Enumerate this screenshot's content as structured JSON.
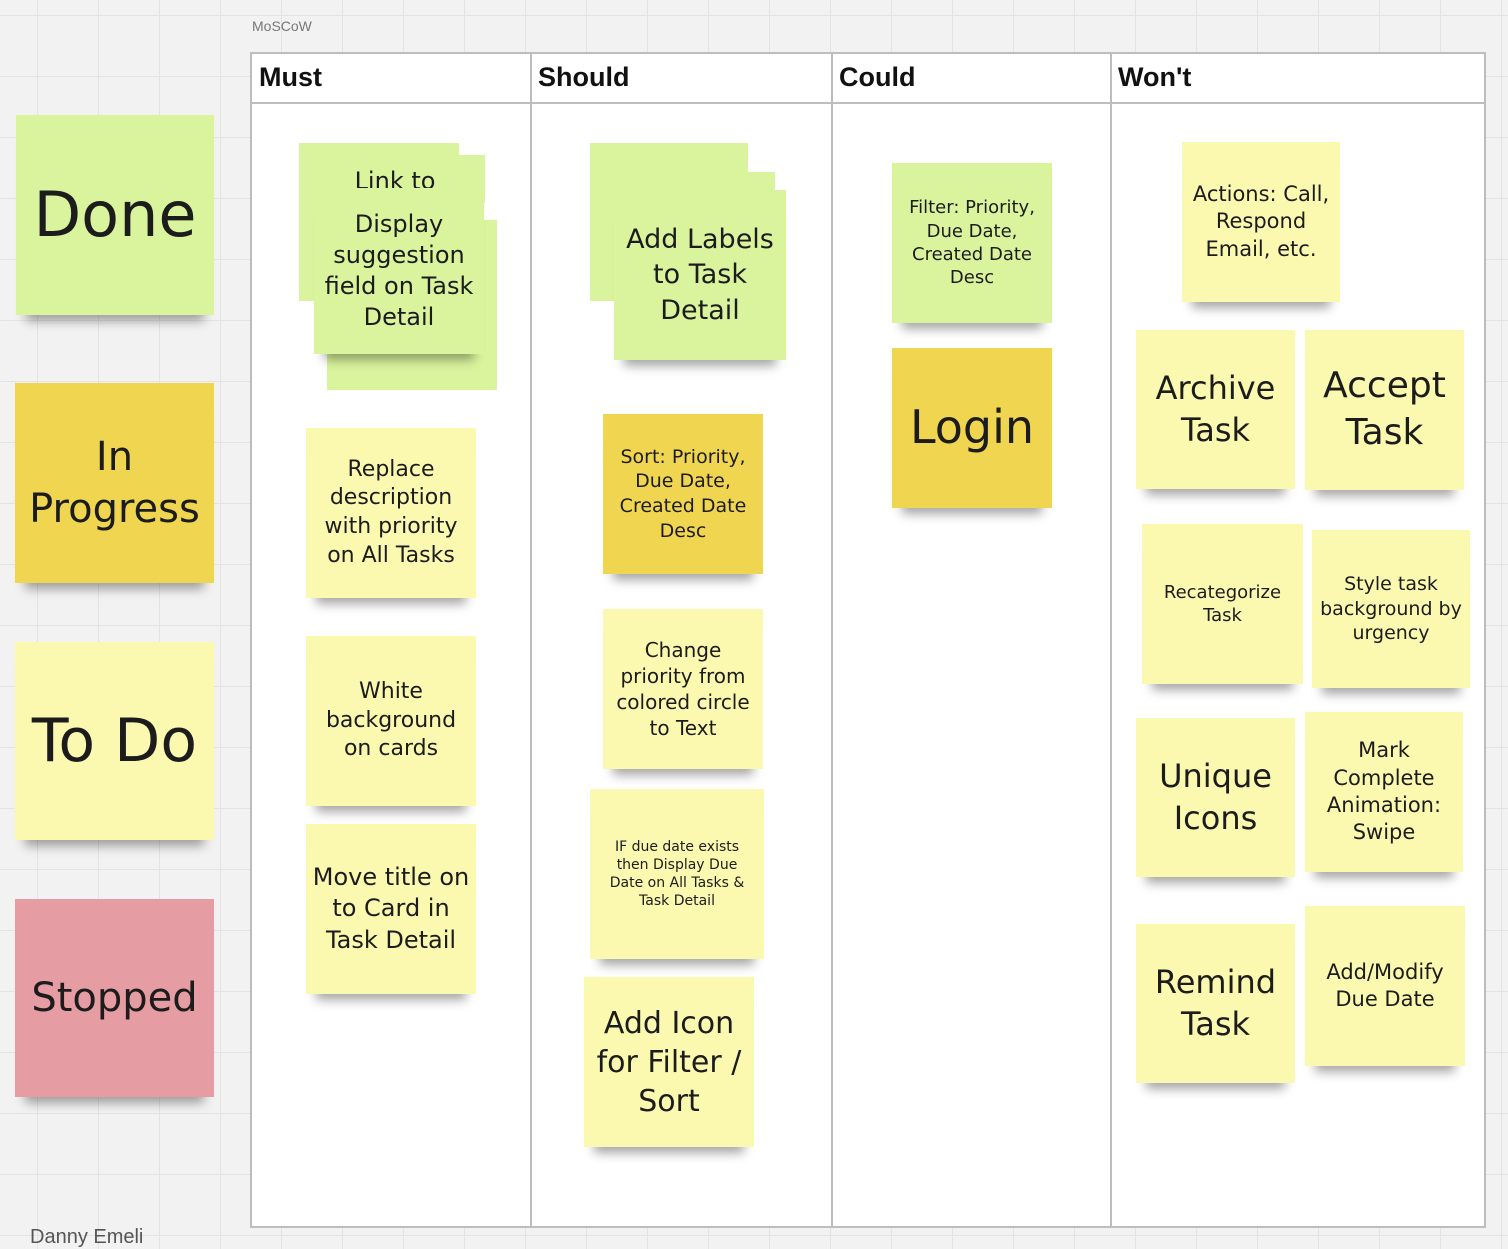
{
  "frame": {
    "label": "MoSCoW"
  },
  "legend": [
    {
      "label": "Done",
      "color": "#d9f49d"
    },
    {
      "label": "In Progress",
      "color": "#f0d551"
    },
    {
      "label": "To Do",
      "color": "#fbf8b0"
    },
    {
      "label": "Stopped",
      "color": "#e69ca3"
    }
  ],
  "columns": [
    {
      "title": "Must",
      "notes": [
        "Link to",
        "Display suggestion field on Task Detail",
        "Replace description with priority on All Tasks",
        "White background on cards",
        "Move title on to Card in Task Detail"
      ]
    },
    {
      "title": "Should",
      "notes": [
        "Add Labels to Task Detail",
        "Sort: Priority, Due Date, Created Date Desc",
        "Change priority from colored circle to Text",
        "IF due date exists then Display Due Date on All Tasks & Task Detail",
        "Add Icon for Filter / Sort"
      ]
    },
    {
      "title": "Could",
      "notes": [
        "Filter: Priority, Due Date, Created Date Desc",
        "Login"
      ]
    },
    {
      "title": "Won't",
      "notes": [
        "Actions: Call, Respond Email, etc.",
        "Archive Task",
        "Accept Task",
        "Recategorize Task",
        "Style task background by urgency",
        "Unique Icons",
        "Mark Complete Animation: Swipe",
        "Remind Task",
        "Add/Modify Due Date"
      ]
    }
  ],
  "footer": {
    "partial_text": "Danny Emeli"
  }
}
